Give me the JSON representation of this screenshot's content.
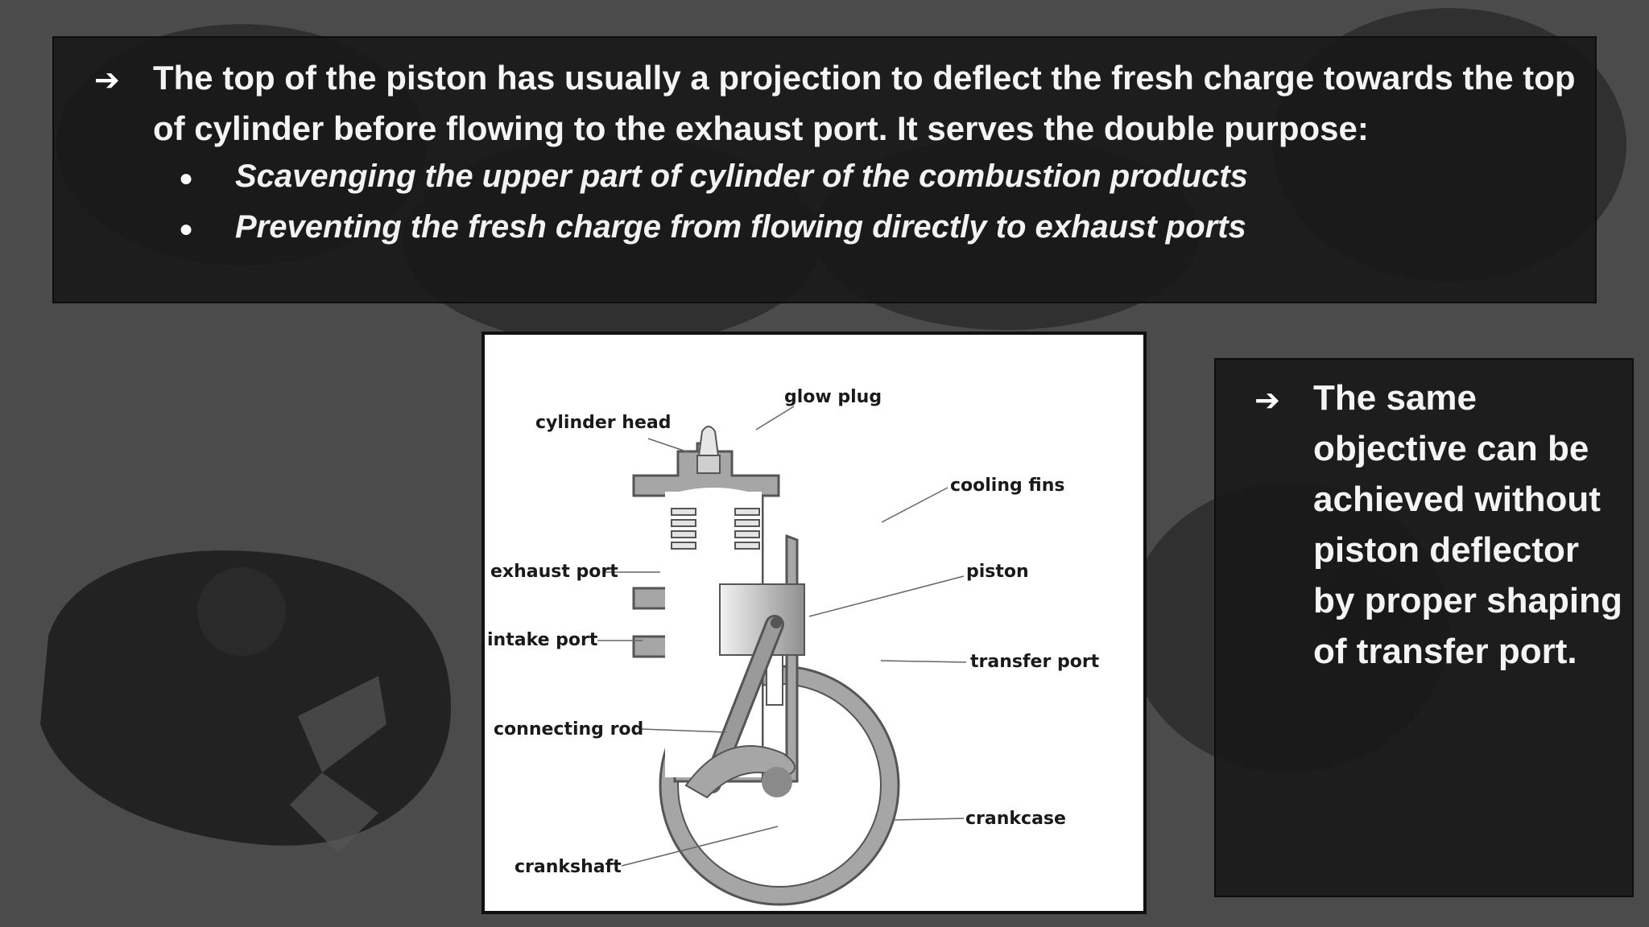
{
  "slide": {
    "main_bullet": {
      "icon": "arrow-right-icon",
      "text": "The top of the piston has usually a projection to deflect the fresh charge towards the top of cylinder before flowing to the exhaust port. It serves the double purpose:",
      "sub_bullets": [
        "Scavenging the upper part of cylinder of the combustion products",
        "Preventing the fresh charge from flowing directly to exhaust ports"
      ]
    },
    "side_bullet": {
      "icon": "arrow-right-icon",
      "text": "The same objective can be achieved without piston deflector by proper shaping of transfer port."
    },
    "diagram": {
      "labels": {
        "glow_plug": "glow plug",
        "cylinder_head": "cylinder head",
        "cooling_fins": "cooling fins",
        "exhaust_port": "exhaust port",
        "piston": "piston",
        "intake_port": "intake port",
        "transfer_port": "transfer port",
        "connecting_rod": "connecting rod",
        "crankcase": "crankcase",
        "crankshaft": "crankshaft"
      }
    }
  },
  "colors": {
    "background": "#4c4b4c",
    "panel": "#181718",
    "text": "#ffffff",
    "engine_gray": "#a6a6a6"
  }
}
